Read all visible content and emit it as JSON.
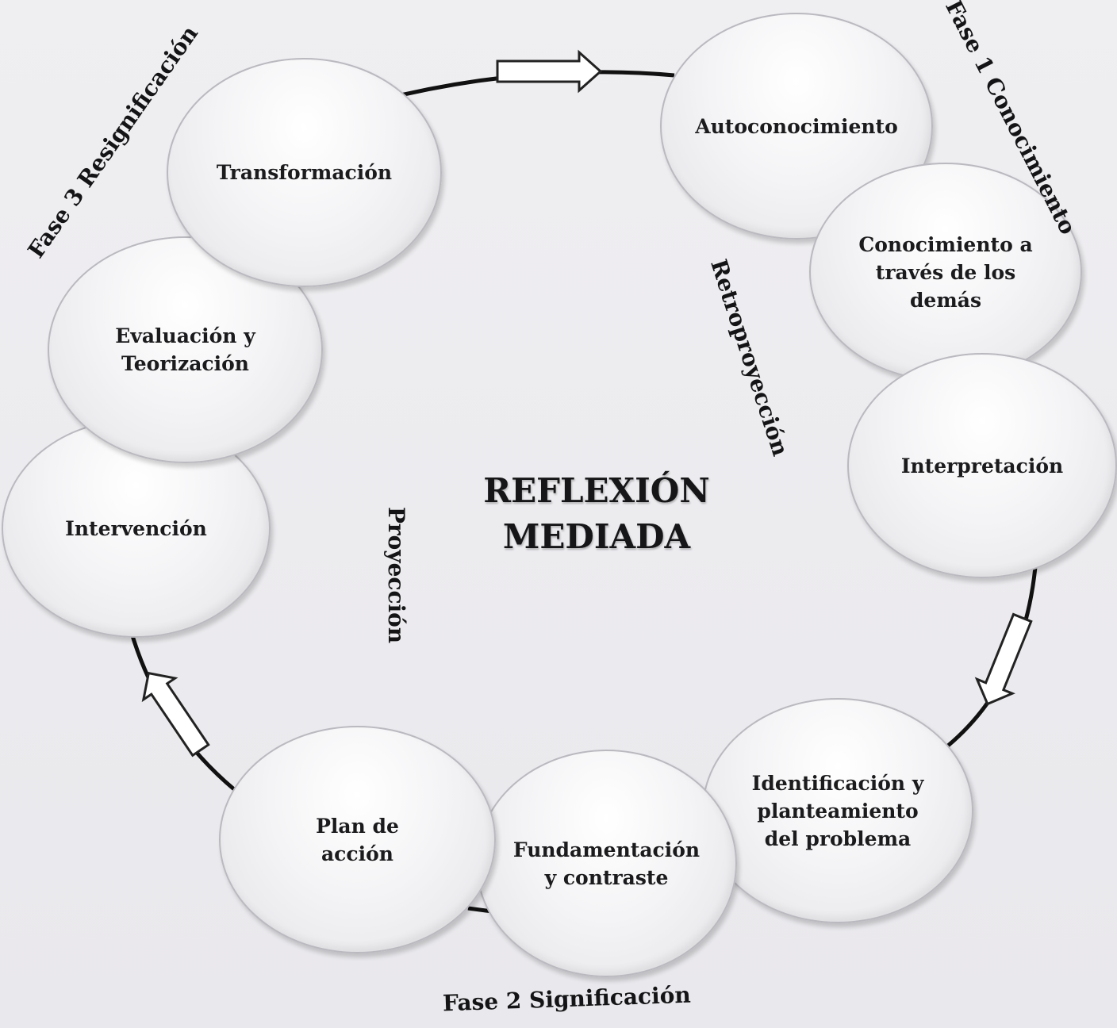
{
  "center": {
    "title": "REFLEXIÓN\nMEDIADA"
  },
  "phases": {
    "phase1": "Fase 1 Conocimiento",
    "phase2": "Fase 2 Significación",
    "phase3": "Fase 3 Resignificación"
  },
  "flows": {
    "retro": "Retroproyección",
    "proyeccion": "Proyección"
  },
  "nodes": {
    "autoconocimiento": "Autoconocimiento",
    "conocimiento_demas": "Conocimiento a\ntravés de los\ndemás",
    "interpretacion": "Interpretación",
    "identificacion": "Identificación y\nplanteamiento\ndel problema",
    "fundamentacion": "Fundamentación\ny contraste",
    "plan": "Plan de\nacción",
    "intervencion": "Intervención",
    "evaluacion": "Evaluación y\nTeorización",
    "transformacion": "Transformación"
  },
  "colors": {
    "background": "#ecebee",
    "text": "#1b1b1d",
    "ring": "#111111"
  }
}
